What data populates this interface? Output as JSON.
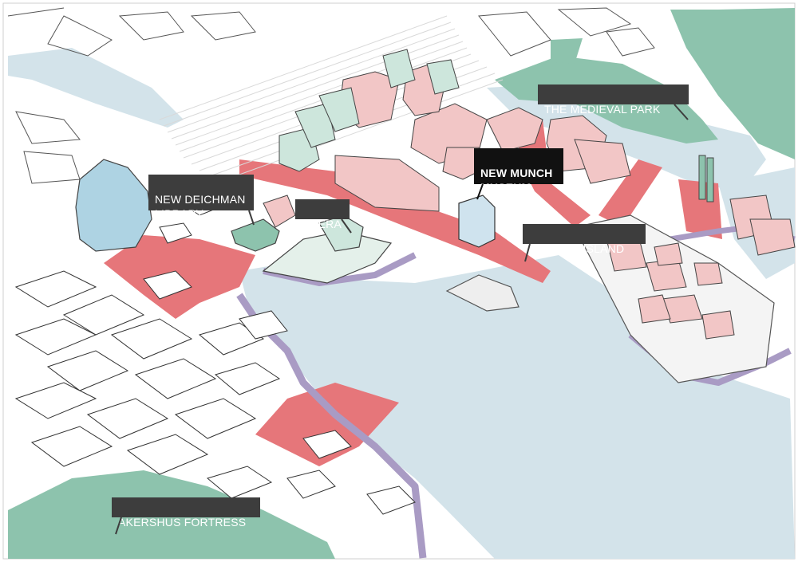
{
  "labels": {
    "medieval_park": "THE MEDIEVAL PARK",
    "munch_museum": "NEW MUNCH\nMUSEUM",
    "deichman_library": "NEW DEICHMAN\nLIBRARY",
    "opera": "OPERA",
    "museum_island": "MUSEUM ISLAND",
    "akershus_fortress": "AKERSHUS FORTRESS"
  },
  "colors": {
    "water": "#d3e3ea",
    "park": "#8dc3ad",
    "public_space": "#e6767a",
    "new_buildings": "#f2c6c6",
    "green_buildings": "#cde6dc",
    "library": "#aed3e3",
    "promenade": "#a99bc4",
    "callout": "#3d3d3d"
  }
}
